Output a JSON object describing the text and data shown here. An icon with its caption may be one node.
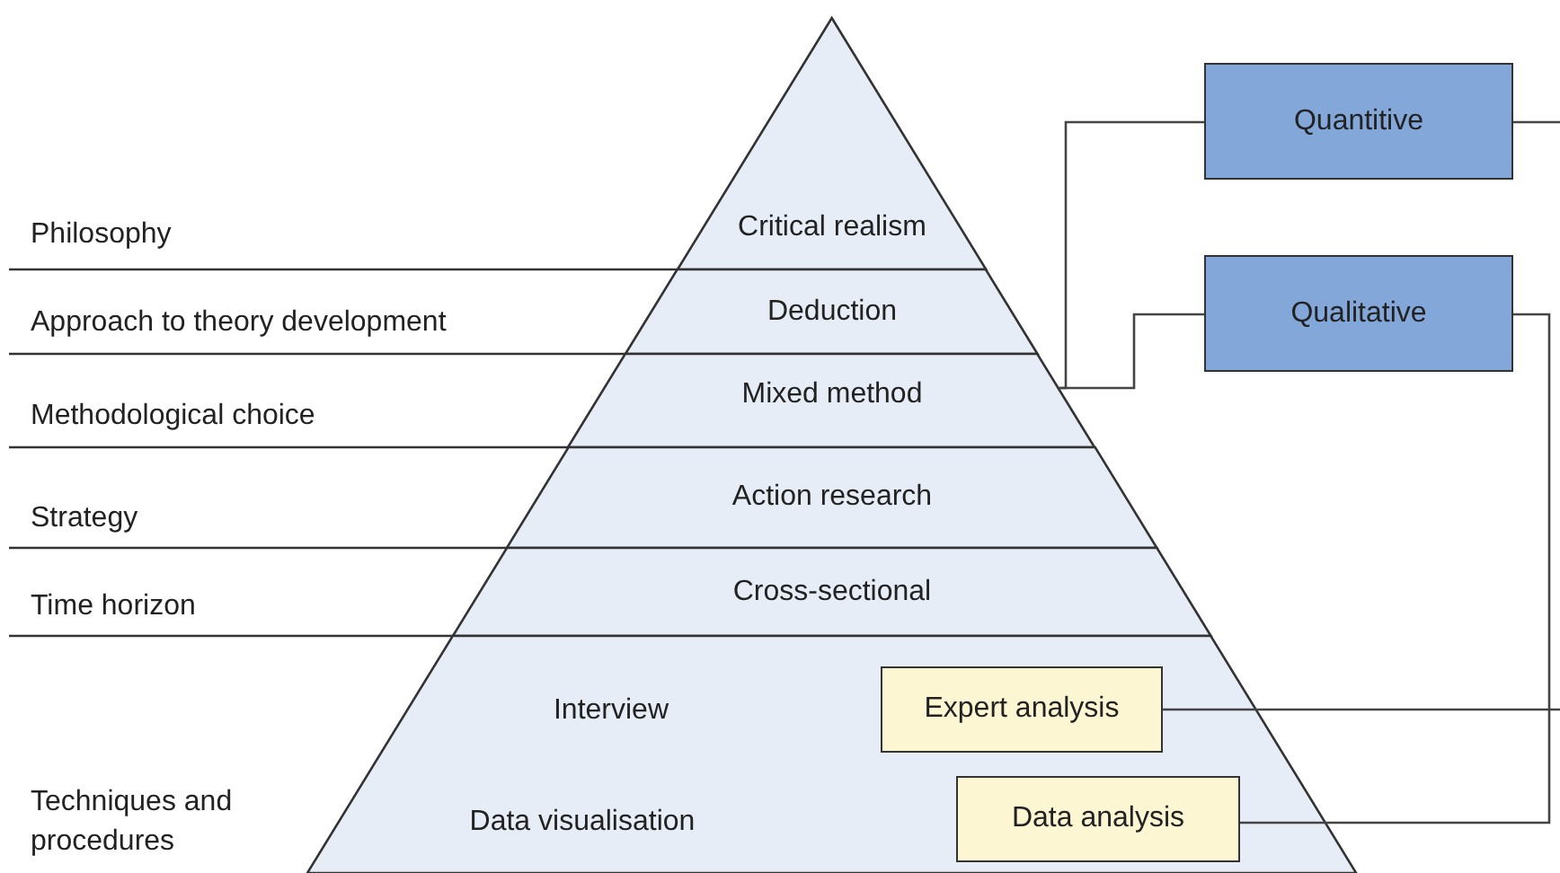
{
  "diagram": {
    "nodes": [
      {
        "text": [
          "Critical realism"
        ]
      },
      {
        "text": [
          "Deduction"
        ]
      },
      {
        "text": [
          "Mixed method"
        ]
      },
      {
        "text": [
          "Action research"
        ]
      },
      {
        "text": [
          "Cross-sectional"
        ]
      },
      {
        "text": [
          "Interview",
          "Data visualisation"
        ]
      },
      {
        "text": [
          "Quantitive"
        ]
      },
      {
        "text": [
          "Qualitative"
        ]
      },
      {
        "text": [
          "Expert analysis"
        ],
        "in": 5
      },
      {
        "text": [
          "Data analysis"
        ],
        "in": 5
      }
    ],
    "edges": [
      {
        "from": 2,
        "to": 6,
        "arrow": "none"
      },
      {
        "from": 2,
        "to": 7,
        "arrow": "none"
      },
      {
        "from": 7,
        "to": 9,
        "arrow": "none"
      },
      {
        "from": 6,
        "to": null,
        "arrow": "none"
      },
      {
        "from": 8,
        "to": null,
        "arrow": "none"
      }
    ],
    "labels": [
      "Philosophy",
      "Approach to theory development",
      "Methodological choice",
      "Strategy",
      "Time horizon",
      "Techniques and procedures"
    ]
  }
}
